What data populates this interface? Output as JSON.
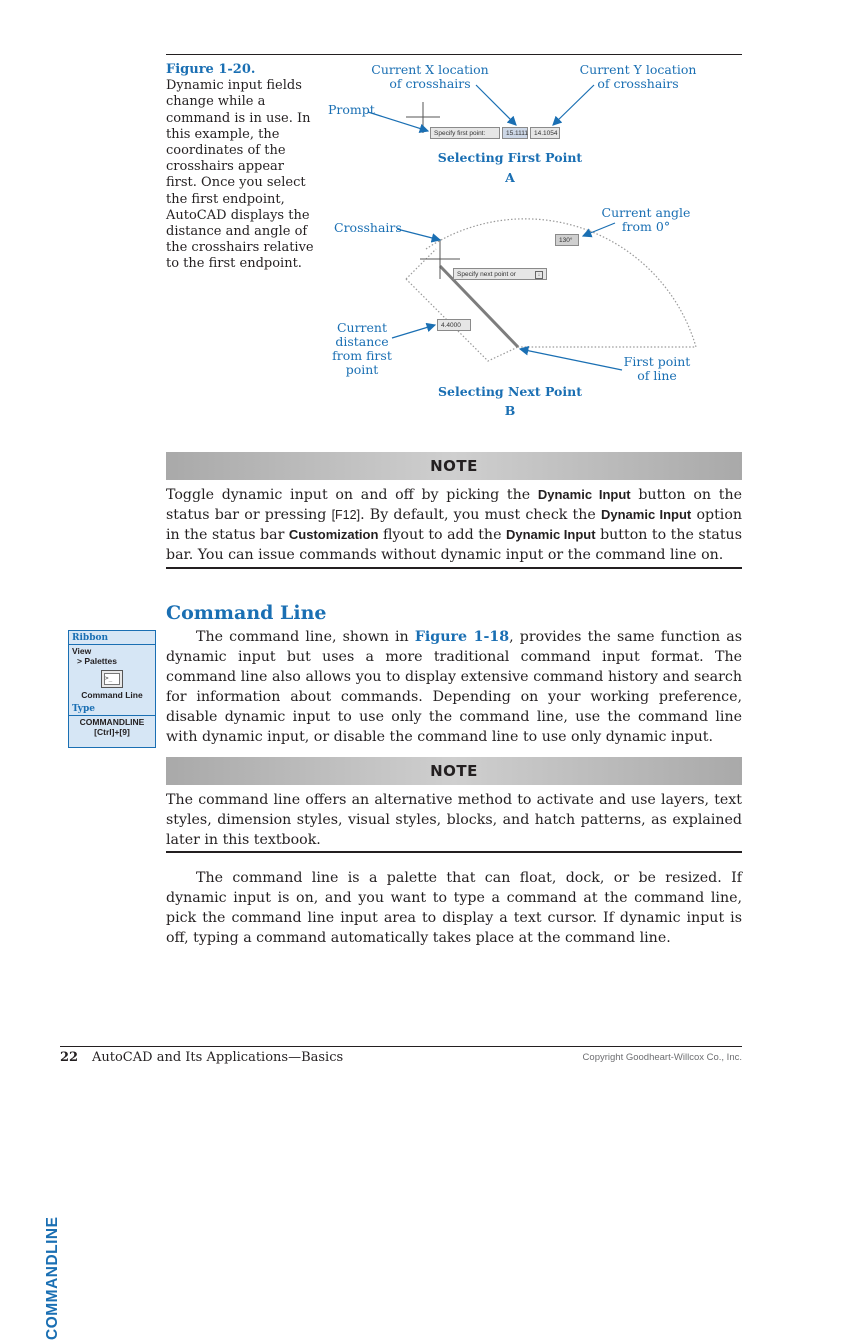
{
  "figure": {
    "label": "Figure 1-20.",
    "caption": "Dynamic input fields change while a command is in use. In this example, the coordinates of the crosshairs appear first. Once you select the first endpoint, AutoCAD displays the distance and angle of the crosshairs relative to the first endpoint.",
    "panel_a": {
      "callout_x_line1": "Current X location",
      "callout_x_line2": "of crosshairs",
      "callout_y_line1": "Current Y location",
      "callout_y_line2": "of crosshairs",
      "callout_prompt": "Prompt",
      "tooltip_prompt": "Specify first point:",
      "tooltip_x": "15.1111",
      "tooltip_y": "14.1054",
      "title": "Selecting First Point",
      "letter": "A"
    },
    "panel_b": {
      "callout_angle_line1": "Current angle",
      "callout_angle_line2": "from 0°",
      "callout_crosshairs": "Crosshairs",
      "tooltip_angle": "130°",
      "tooltip_prompt": "Specify next point or",
      "callout_distance_line1": "Current",
      "callout_distance_line2": "distance",
      "callout_distance_line3": "from first",
      "callout_distance_line4": "point",
      "tooltip_distance": "4.4000",
      "callout_first_line1": "First point",
      "callout_first_line2": "of line",
      "title": "Selecting Next Point",
      "letter": "B"
    }
  },
  "note1": {
    "heading": "NOTE",
    "t1": "Toggle dynamic input on and off by picking the ",
    "ui1": "Dynamic Input",
    "t2": " button on the status bar or pressing ",
    "key1": "[F12]",
    "t3": ". By default, you must check the ",
    "ui2": "Dynamic Input",
    "t4": " option in the status bar ",
    "ui3": "Customization",
    "t5": " flyout to add the ",
    "ui4": "Dynamic Input",
    "t6": " button to the status bar. You can issue commands without dynamic input or the command line on."
  },
  "section": {
    "heading": "Command Line",
    "p1a": "The command line, shown in ",
    "p1ref": "Figure 1-18",
    "p1b": ", provides the same function as dynamic input but uses a more traditional command input format. The command line also allows you to display extensive command history and search for information about commands. Depending on your working preference, disable dynamic input to use only the command line, use the command line with dynamic input, or disable the command line to use only dynamic input."
  },
  "quick_box": {
    "vertical_label": "COMMANDLINE",
    "ribbon_label": "Ribbon",
    "ribbon_path1": "View",
    "ribbon_path2": "> Palettes",
    "button_label": "Command Line",
    "type_label": "Type",
    "type_command": "COMMANDLINE",
    "type_shortcut": "[Ctrl]+[9]"
  },
  "note2": {
    "heading": "NOTE",
    "text": "The command line offers an alternative method to activate and use layers, text styles, dimension styles, visual styles, blocks, and hatch patterns, as explained later in this textbook."
  },
  "paragraph2": "The command line is a palette that can float, dock, or be resized. If dynamic input is on, and you want to type a command at the command line, pick the command line input area to display a text cursor. If dynamic input is off, typing a command automatically takes place at the command line.",
  "footer": {
    "page_number": "22",
    "book_title": "AutoCAD and Its Applications—Basics",
    "copyright": "Copyright Goodheart-Willcox Co., Inc."
  },
  "colors": {
    "accent": "#1a6fb3",
    "text": "#231f20",
    "note_bar": "#bdbdbd",
    "sidebar_fill": "#d6e6f5"
  }
}
